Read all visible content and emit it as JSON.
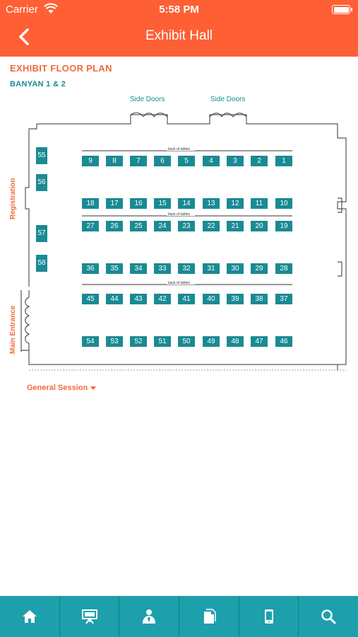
{
  "status": {
    "carrier": "Carrier",
    "time": "5:58 PM"
  },
  "nav": {
    "title": "Exhibit Hall"
  },
  "floorplan": {
    "heading": "EXHIBIT FLOOR PLAN",
    "subheading": "BANYAN 1 & 2",
    "side_doors_left": "Side Doors",
    "side_doors_right": "Side Doors",
    "registration": "Registration",
    "main_entrance": "Main Entrance",
    "back_of_tables": "back of tables",
    "general_session": "General Session",
    "rows": [
      [
        "9",
        "8",
        "7",
        "6",
        "5",
        "4",
        "3",
        "2",
        "1"
      ],
      [
        "18",
        "17",
        "16",
        "15",
        "14",
        "13",
        "12",
        "11",
        "10"
      ],
      [
        "27",
        "26",
        "25",
        "24",
        "23",
        "22",
        "21",
        "20",
        "19"
      ],
      [
        "36",
        "35",
        "34",
        "33",
        "32",
        "31",
        "30",
        "29",
        "28"
      ],
      [
        "45",
        "44",
        "43",
        "42",
        "41",
        "40",
        "39",
        "38",
        "37"
      ],
      [
        "54",
        "53",
        "52",
        "51",
        "50",
        "49",
        "48",
        "47",
        "46"
      ]
    ],
    "side_booths": [
      "55",
      "56",
      "57",
      "58"
    ]
  },
  "tabs": [
    {
      "icon": "home-icon"
    },
    {
      "icon": "presentation-icon"
    },
    {
      "icon": "speaker-icon"
    },
    {
      "icon": "documents-icon"
    },
    {
      "icon": "mobile-icon"
    },
    {
      "icon": "search-icon"
    }
  ],
  "colors": {
    "accent": "#ff5f35",
    "teal": "#1a8a93",
    "tabbar": "#1da0ac",
    "heading": "#f06a3a"
  }
}
